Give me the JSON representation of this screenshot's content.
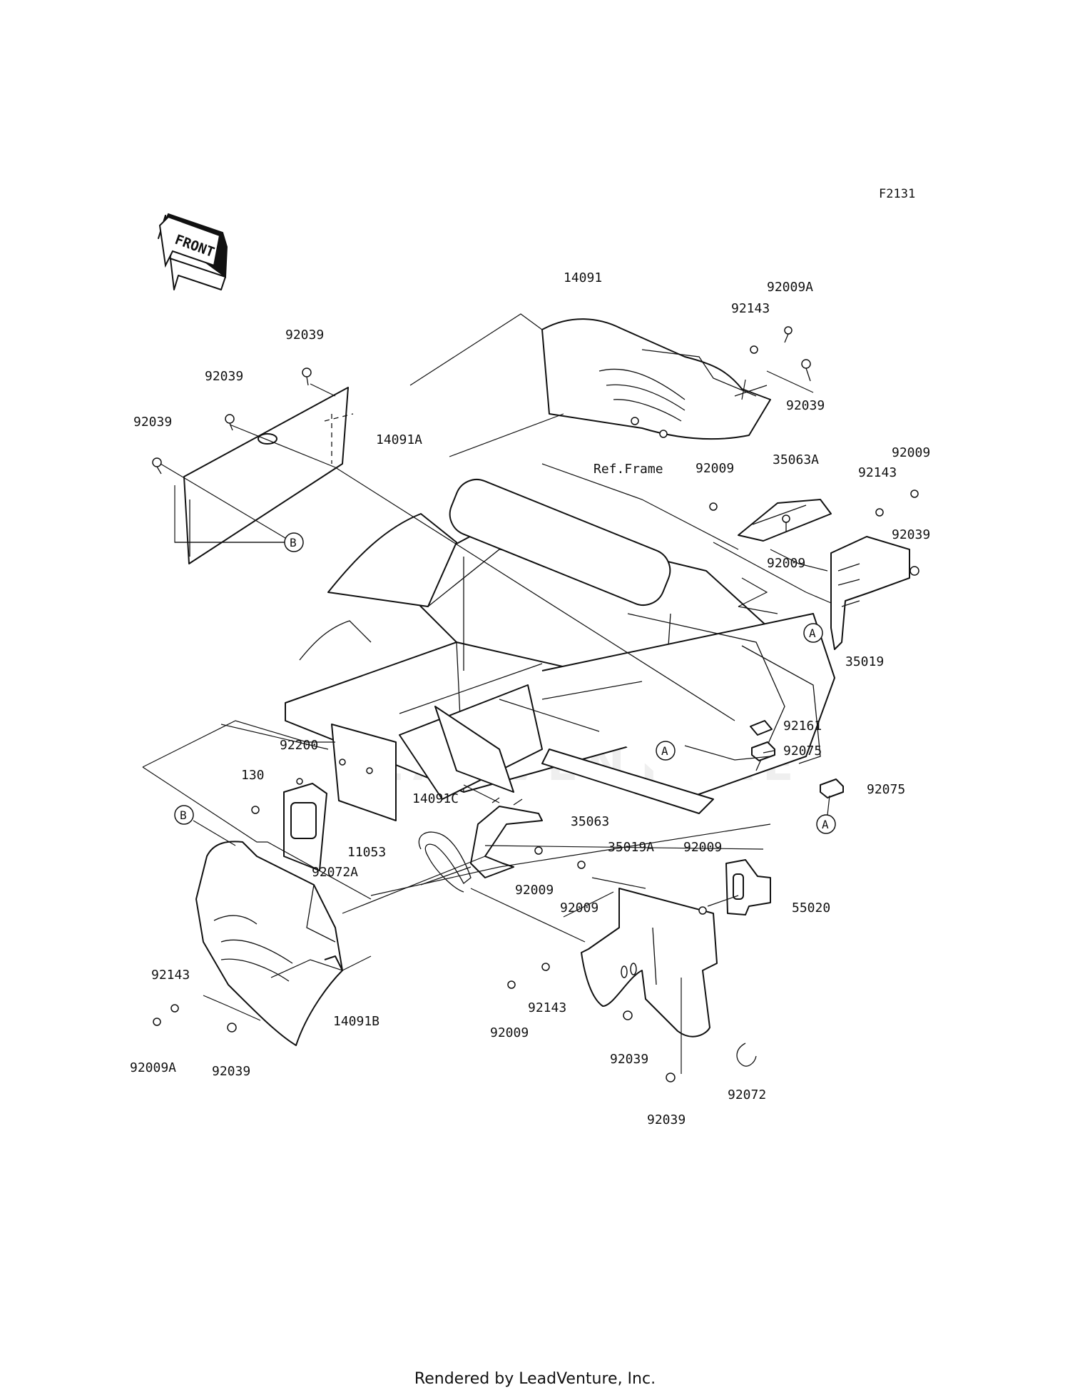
{
  "diagram_id": "F2131",
  "front_label": "FRONT",
  "ref_frame_label": "Ref.Frame",
  "footer": "Rendered by LeadVenture, Inc.",
  "watermark": "LEADVENTURE",
  "callout_A": "A",
  "callout_B": "B",
  "labels": {
    "p14091": "14091",
    "p92009A_top": "92009A",
    "p92143_top": "92143",
    "p92039_top_right": "92039",
    "p35063A": "35063A",
    "p92009_mid1": "92009",
    "p92143_right": "92143",
    "p92009_right": "92009",
    "p92039_right": "92039",
    "p92009_mid2": "92009",
    "p35019": "35019",
    "p92039_a": "92039",
    "p92039_b": "92039",
    "p92039_c": "92039",
    "p14091A": "14091A",
    "p92161": "92161",
    "p92075_a": "92075",
    "p92075_b": "92075",
    "p92200": "92200",
    "p130": "130",
    "p14091C": "14091C",
    "p35063": "35063",
    "p11053": "11053",
    "p92072A": "92072A",
    "p35019A": "35019A",
    "p92009_c": "92009",
    "p92009_d": "92009",
    "p92009_e": "92009",
    "p55020": "55020",
    "p92143_left": "92143",
    "p92009A_left": "92009A",
    "p92039_d": "92039",
    "p14091B": "14091B",
    "p92009_f": "92009",
    "p92143_bottom": "92143",
    "p92039_e": "92039",
    "p92039_f": "92039",
    "p92072": "92072"
  }
}
